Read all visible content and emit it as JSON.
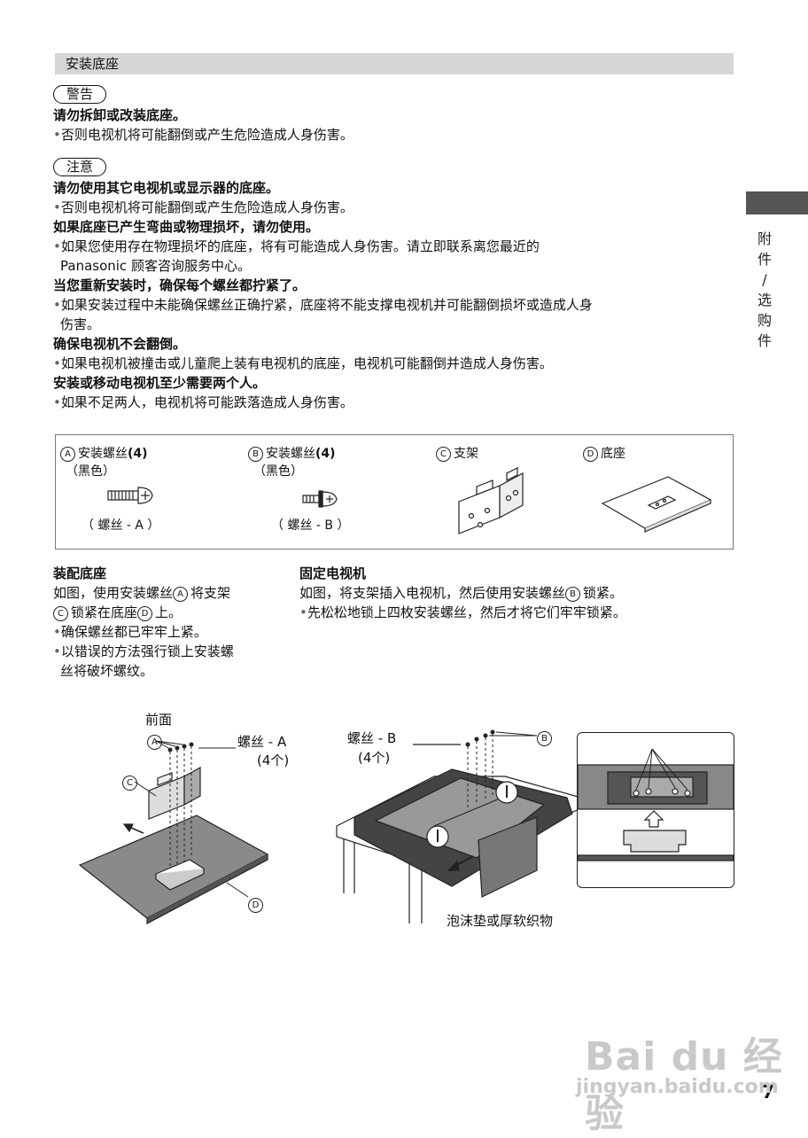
{
  "section": {
    "title": "安装底座"
  },
  "warning": {
    "label": "警告",
    "items": [
      {
        "heading": "请勿拆卸或改装底座。",
        "bullets": [
          "否则电视机将可能翻倒或产生危险造成人身伤害。"
        ]
      }
    ]
  },
  "caution": {
    "label": "注意",
    "items": [
      {
        "heading": "请勿使用其它电视机或显示器的底座。",
        "bullets": [
          "否则电视机将可能翻倒或产生危险造成人身伤害。"
        ]
      },
      {
        "heading": "如果底座已产生弯曲或物理损坏，请勿使用。",
        "bullets": [
          "如果您使用存在物理损坏的底座，将有可能造成人身伤害。请立即联系离您最近的",
          "Panasonic 顾客咨询服务中心。"
        ]
      },
      {
        "heading": "当您重新安装时，确保每个螺丝都拧紧了。",
        "bullets": [
          "如果安装过程中未能确保螺丝正确拧紧，底座将不能支撑电视机并可能翻倒损坏或造成人身",
          "伤害。"
        ]
      },
      {
        "heading": "确保电视机不会翻倒。",
        "bullets": [
          "如果电视机被撞击或儿童爬上装有电视机的底座，电视机可能翻倒并造成人身伤害。"
        ]
      },
      {
        "heading": "安装或移动电视机至少需要两个人。",
        "bullets": [
          "如果不足两人，电视机将可能跌落造成人身伤害。"
        ]
      }
    ]
  },
  "side_tab": {
    "text": "附件/选购件"
  },
  "parts": [
    {
      "mark": "A",
      "name": "安装螺丝",
      "qty": "(4)",
      "color": "（黑色）",
      "caption": "（ 螺丝 - A ）"
    },
    {
      "mark": "B",
      "name": "安装螺丝",
      "qty": "(4)",
      "color": "（黑色）",
      "caption": "（ 螺丝 - B ）"
    },
    {
      "mark": "C",
      "name": "支架",
      "qty": "",
      "color": "",
      "caption": ""
    },
    {
      "mark": "D",
      "name": "底座",
      "qty": "",
      "color": "",
      "caption": ""
    }
  ],
  "assemble": {
    "title": "装配底座",
    "line1": "如图，使用安装螺丝",
    "line1b": "将支架",
    "line2b": "锁紧在底座",
    "line2c": "上。",
    "bullets": [
      "确保螺丝都已牢牢上紧。",
      "以错误的方法强行锁上安装螺",
      "丝将破坏螺纹。"
    ]
  },
  "fix_tv": {
    "title": "固定电视机",
    "line1": "如图，将支架插入电视机，然后使用安装螺丝",
    "line1b": "锁紧。",
    "bullets": [
      "先松松地锁上四枚安装螺丝，然后才将它们牢牢锁紧。"
    ]
  },
  "figure_left": {
    "front": "前面",
    "screw_label": "螺丝 - A",
    "count": "(4个)",
    "marks": [
      "A",
      "C",
      "D"
    ]
  },
  "figure_right": {
    "screw_label": "螺丝 - B",
    "count": "(4个)",
    "mark": "B",
    "pad_label": "泡沫垫或厚软织物"
  },
  "page": {
    "number": "7"
  },
  "watermark": {
    "brand": "Bai du 经验",
    "url": "jingyan.baidu.com"
  }
}
